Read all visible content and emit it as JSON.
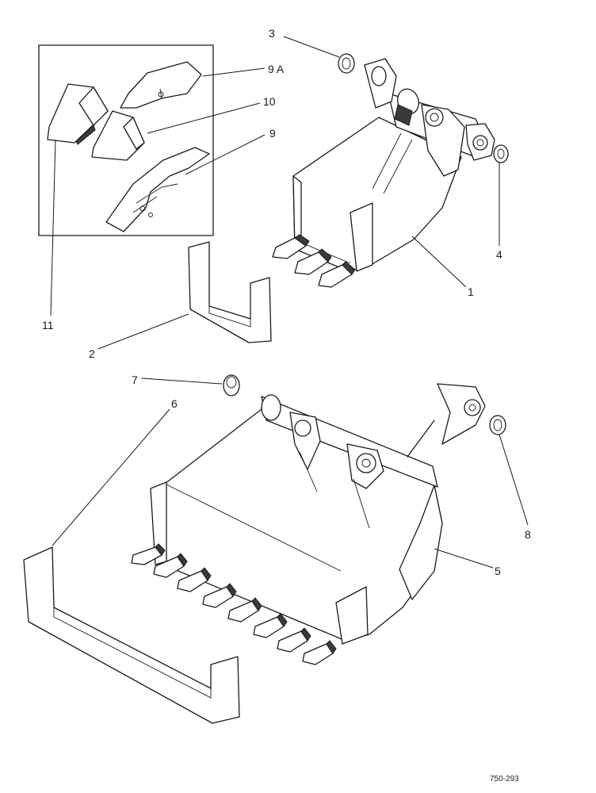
{
  "callouts": {
    "c1": "1",
    "c2": "2",
    "c3": "3",
    "c4": "4",
    "c5": "5",
    "c6": "6",
    "c7": "7",
    "c8": "8",
    "c9": "9",
    "c9a": "9 A",
    "c10": "10",
    "c11": "11"
  },
  "drawing_ref": "750-293"
}
